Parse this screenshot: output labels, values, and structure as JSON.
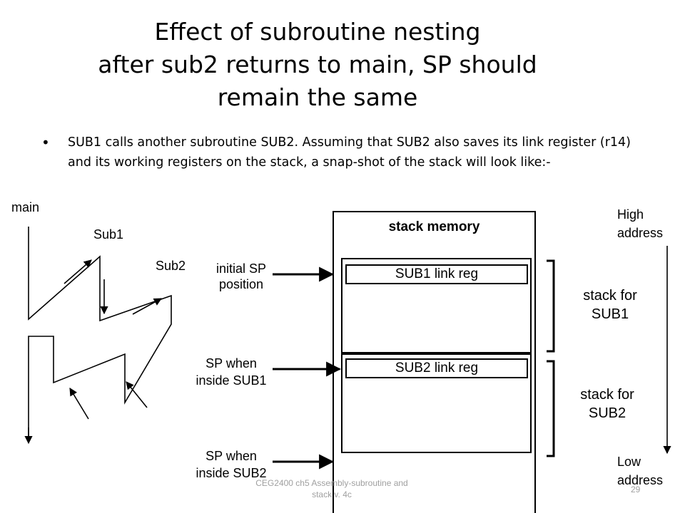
{
  "slide": {
    "title_lines": [
      "Effect of subroutine nesting",
      "after sub2 returns to main, SP should",
      "remain the same"
    ],
    "bullet": "SUB1 calls another subroutine SUB2. Assuming that SUB2 also saves its link register (r14) and its working registers on the stack, a snap-shot of the stack will look like:-"
  },
  "flow": {
    "main": "main",
    "sub1": "Sub1",
    "sub2": "Sub2"
  },
  "pointers": {
    "initial": [
      "initial SP",
      "position"
    ],
    "inside_sub1": [
      "SP when",
      "inside SUB1"
    ],
    "inside_sub2": [
      "SP when",
      "inside SUB2"
    ]
  },
  "stack": {
    "title": "stack memory",
    "sub1_reg": "SUB1 link reg",
    "sub2_reg": "SUB2 link reg"
  },
  "braces": {
    "sub1": [
      "stack for",
      "SUB1"
    ],
    "sub2": [
      "stack for",
      "SUB2"
    ]
  },
  "address": {
    "high": [
      "High",
      "address"
    ],
    "low": [
      "Low",
      "address"
    ]
  },
  "footer": {
    "text": "CEG2400 ch5 Assembly-subroutine and stack v. 4c",
    "page": "29"
  }
}
